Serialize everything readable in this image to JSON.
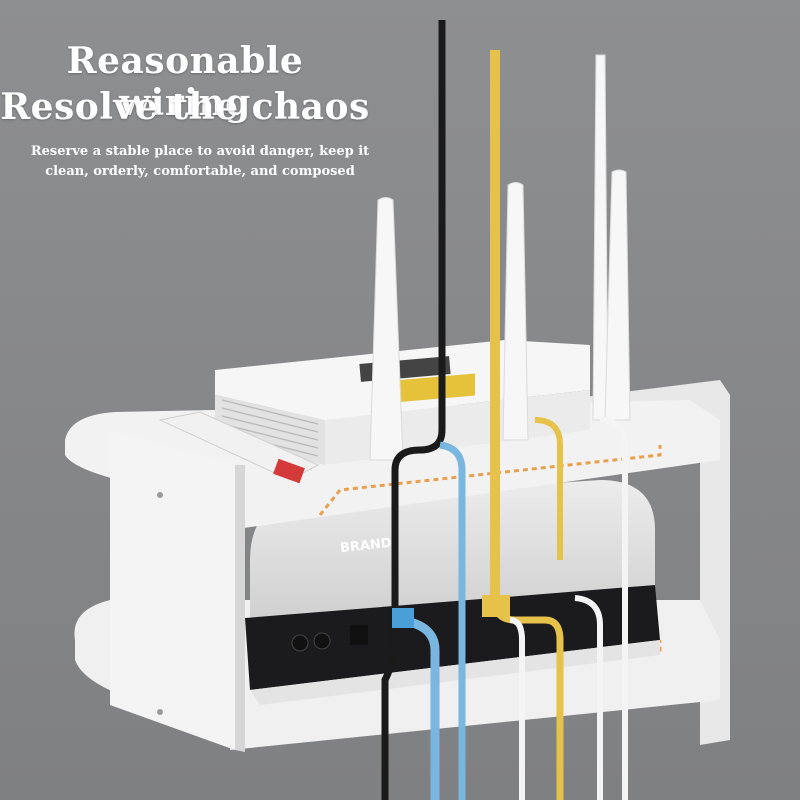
{
  "headline": {
    "line1": "Reasonable wiring",
    "line2": "Resolve the chaos"
  },
  "subtitle": {
    "line1": "Reserve a stable place to avoid danger, keep it",
    "line2": "clean, orderly, comfortable, and composed"
  },
  "product": {
    "set_top_box_label": "BRAND"
  },
  "colors": {
    "background": "#8a8b8d",
    "shelf": "#f2f2f2",
    "cable_black": "#1a1a1a",
    "cable_yellow": "#e6c24a",
    "cable_blue": "#79b6e0",
    "cable_white": "#f4f4f4",
    "dashed_outline": "#e8a050"
  }
}
